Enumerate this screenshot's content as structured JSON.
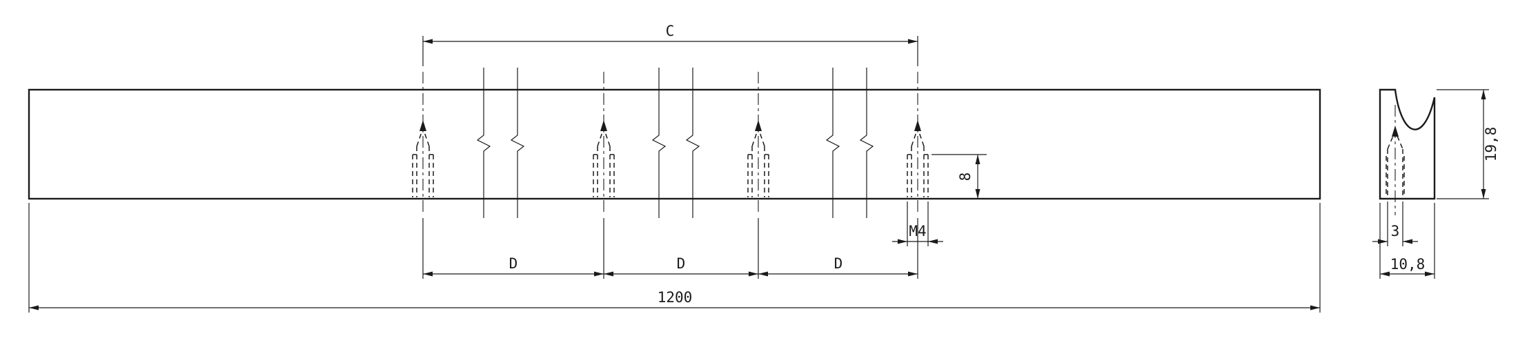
{
  "drawing": {
    "type": "technical-dimension-drawing",
    "part": "extruded-profile-bar-with-threaded-holes",
    "labels": {
      "c": "C",
      "d0": "D",
      "d1": "D",
      "d2": "D",
      "total_length": "1200",
      "thread_depth": "8",
      "thread": "M4",
      "slot_width": "3",
      "profile_width": "10,8",
      "profile_height": "19,8"
    },
    "colors": {
      "line": "#1a1a1a",
      "background": "#ffffff"
    }
  }
}
